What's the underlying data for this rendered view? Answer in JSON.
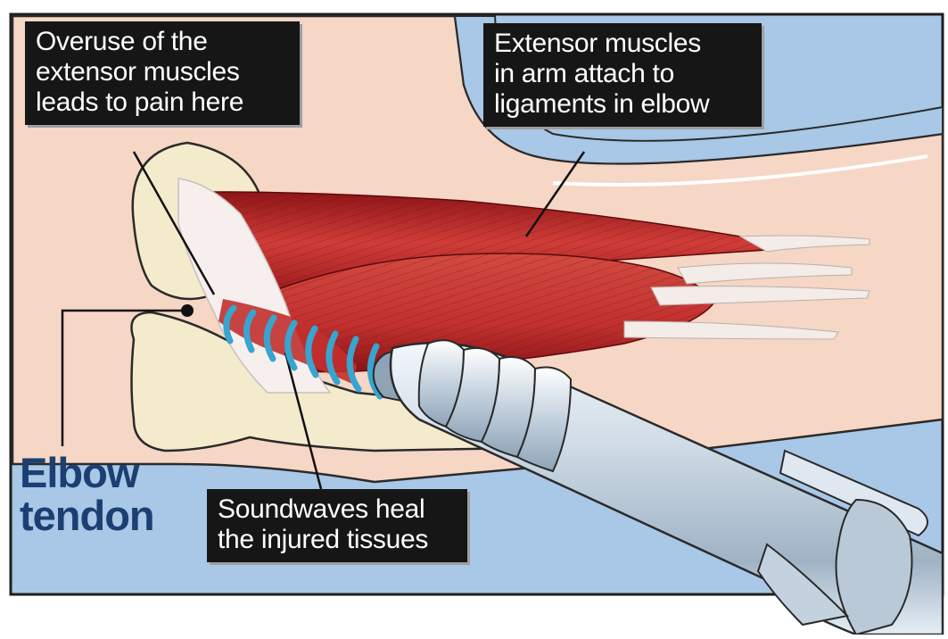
{
  "callouts": {
    "pain": [
      "Overuse of the",
      "extensor muscles",
      "leads to pain here"
    ],
    "muscles": [
      "Extensor muscles",
      "in arm attach to",
      "ligaments in elbow"
    ],
    "soundwaves": [
      "Soundwaves heal",
      "the injured tissues"
    ]
  },
  "label": {
    "line1": "Elbow",
    "line2": "tendon"
  },
  "colors": {
    "background_blue": "#a9c7e6",
    "skin": "#f6d6c4",
    "bone": "#f4ebcd",
    "muscle": "#b5282a",
    "tendon": "#f3ece9",
    "device": "#c9d8e6",
    "soundwave": "#37a5cf",
    "callout_bg": "#161616",
    "label_text": "#1c3f73"
  },
  "icons": [
    "ultrasound-probe-icon",
    "soundwave-icon",
    "pointer-dot-icon"
  ]
}
